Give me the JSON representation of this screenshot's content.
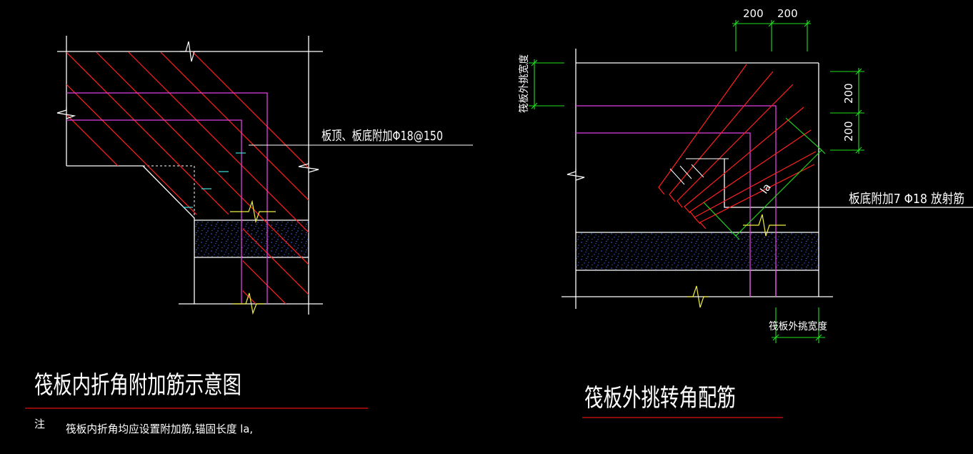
{
  "left_drawing": {
    "title": "筏板内折角附加筋示意图",
    "callout": "板顶、板底附加Φ18@150",
    "note_prefix": "注",
    "note_text": "筏板内折角均应设置附加筋,锚固长度 la,"
  },
  "right_drawing": {
    "title": "筏板外挑转角配筋",
    "callout": "板底附加7 Φ18 放射筋",
    "dim_top_1": "200",
    "dim_top_2": "200",
    "dim_right_1": "200",
    "dim_right_2": "200",
    "label_overhang_vertical": "筏板外挑宽度",
    "label_overhang_bottom": "筏板外挑宽度",
    "label_la": "la"
  },
  "colors": {
    "background": "#000000",
    "outline": "#ffffff",
    "rebar_red": "#ff2020",
    "rebar_magenta": "#e040e0",
    "dimension_green": "#20e020",
    "break_yellow": "#f0f040",
    "concrete_blue": "#3050ff",
    "underline_red": "#e01010"
  }
}
